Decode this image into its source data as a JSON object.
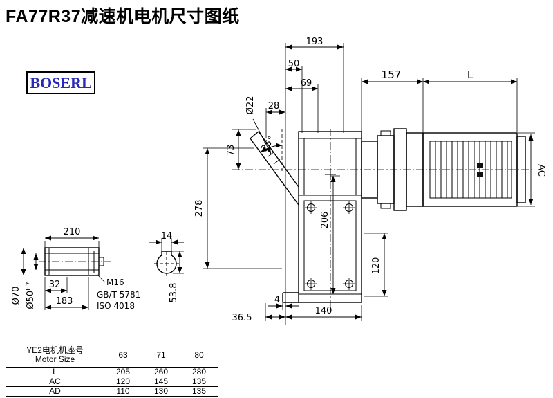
{
  "page": {
    "title": "FA77R37减速机电机尺寸图纸"
  },
  "logo": {
    "text": "BOSERL"
  },
  "main_view": {
    "dims": {
      "overall_top": "193",
      "seg_50": "50",
      "seg_69": "69",
      "seg_28": "28",
      "hole_dia": "Ø22",
      "adapter_len": "157",
      "motor_len": "L",
      "flange_angle": "25°",
      "height_73": "73",
      "height_278": "278",
      "center_height_206": "206",
      "motor_dia_ac": "AC",
      "flange_height_120": "120",
      "wall_4": "4",
      "base_36_5": "36.5",
      "base_140": "140"
    }
  },
  "shaft_view": {
    "dims": {
      "length_210": "210",
      "key_width_14": "14",
      "outer_dia": "Ø70",
      "bore_dia": "Ø50",
      "bore_tolerance": "H7",
      "step_32": "32",
      "length_183": "183",
      "thread": "M16",
      "standard_gb": "GB/T 5781",
      "standard_iso": "ISO 4018",
      "key_height_53_8": "53.8"
    }
  },
  "table": {
    "header": {
      "line1": "YE2电机机座号",
      "line2": "Motor Size"
    },
    "frame_sizes": [
      "63",
      "71",
      "80"
    ],
    "rows": [
      {
        "label": "L",
        "values": [
          "205",
          "260",
          "280"
        ]
      },
      {
        "label": "AC",
        "values": [
          "120",
          "145",
          "135"
        ]
      },
      {
        "label": "AD",
        "values": [
          "110",
          "130",
          "135"
        ]
      }
    ]
  }
}
